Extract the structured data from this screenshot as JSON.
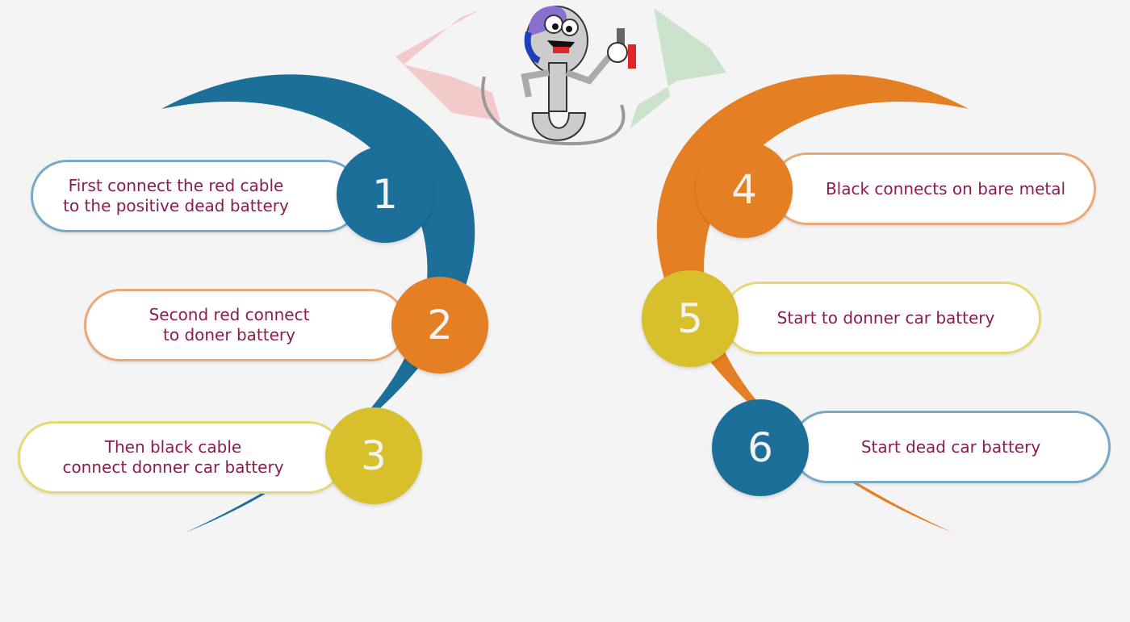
{
  "colors": {
    "blue": "#1c6f98",
    "orange": "#e57f24",
    "yellow": "#d8c02c",
    "text": "#8a1c4f"
  },
  "mascot": "robot-wrench-mascot-with-jumper-clamp",
  "steps": [
    {
      "number": "1",
      "text_lines": [
        "First  connect the red cable",
        "to the positive dead battery"
      ]
    },
    {
      "number": "2",
      "text_lines": [
        "Second red connect",
        "to doner battery"
      ]
    },
    {
      "number": "3",
      "text_lines": [
        "Then black cable",
        "connect donner car battery"
      ]
    },
    {
      "number": "4",
      "text_lines": [
        "Black connects on bare metal"
      ]
    },
    {
      "number": "5",
      "text_lines": [
        "Start to donner car battery"
      ]
    },
    {
      "number": "6",
      "text_lines": [
        "Start dead car battery"
      ]
    }
  ]
}
